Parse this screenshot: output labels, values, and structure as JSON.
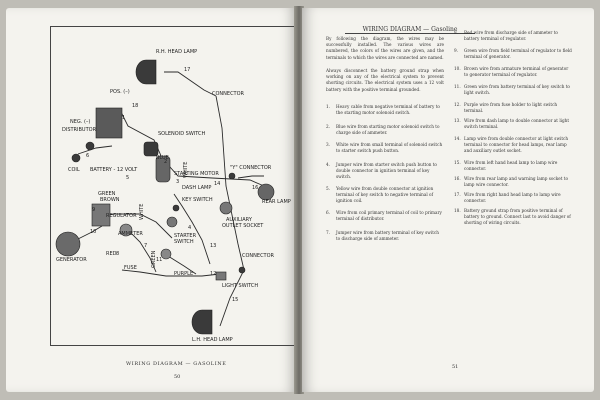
{
  "left_page": {
    "caption": "WIRING DIAGRAM — GASOLINE",
    "page_number": "50",
    "labels": {
      "rh_head_lamp": "R.H. HEAD LAMP",
      "connector_top": "CONNECTOR",
      "pos": "POS. (–)",
      "neg": "NEG. (–)",
      "distributor": "DISTRIBUTOR",
      "solenoid_switch": "SOLENOID SWITCH",
      "blue": "BLUE",
      "coil": "COIL",
      "battery": "BATTERY - 12 VOLT",
      "starting_motor": "STARTING MOTOR",
      "y_connector": "\"Y\" CONNECTOR",
      "dash_lamp": "DASH LAMP",
      "green": "GREEN",
      "brown": "BROWN",
      "key_switch": "KEY SWITCH",
      "white": "WHITE",
      "regulator": "REGULATOR",
      "ammeter": "AMMETER",
      "rear_lamp": "REAR LAMP",
      "auxiliary": "AUXILIARY",
      "outlet_socket": "OUTLET SOCKET",
      "generator": "GENERATOR",
      "red": "RED",
      "starter": "STARTER",
      "switch": "SWITCH",
      "fuse": "FUSE",
      "purple": "PURPLE",
      "connector_bottom": "CONNECTOR",
      "light_switch": "LIGHT SWITCH",
      "lh_head_lamp": "L.H. HEAD LAMP",
      "green_v": "GREEN",
      "white_v": "WHITE",
      "white_v2": "WHITE",
      "n1": "1",
      "n2": "2",
      "n3": "3",
      "n4": "4",
      "n5": "5",
      "n6": "6",
      "n7": "7",
      "n8": "8",
      "n9": "9",
      "n10": "10",
      "n11": "11",
      "n12": "12",
      "n13": "13",
      "n14": "14",
      "n15": "15",
      "n16": "16",
      "n17": "17",
      "n18": "18"
    }
  },
  "right_page": {
    "header": "WIRING DIAGRAM — Gasoline",
    "page_number": "51",
    "intro": [
      "By following the diagram, the wires may be successfully installed. The various wires are numbered, the colors of the wires are given, and the terminals to which the wires are connected are named.",
      "Always disconnect the battery ground strap when working on any of the electrical system to prevent shorting circuits. The electrical system uses a 12 volt battery with the positive terminal grounded."
    ],
    "items_left": [
      {
        "n": "1.",
        "t": "Heavy cable from negative terminal of battery to the starting motor solenoid switch."
      },
      {
        "n": "2.",
        "t": "Blue wire from starting motor solenoid switch to charge side of ammeter."
      },
      {
        "n": "3.",
        "t": "White wire from small terminal of solenoid switch to starter switch push button."
      },
      {
        "n": "4.",
        "t": "Jumper wire from starter switch push button to double connector in ignition terminal of key switch."
      },
      {
        "n": "5.",
        "t": "Yellow wire from double connector at ignition terminal of key switch to negative terminal of ignition coil."
      },
      {
        "n": "6.",
        "t": "Wire from coil primary terminal of coil to primary terminal of distributor."
      },
      {
        "n": "7.",
        "t": "Jumper wire from battery terminal of key switch to discharge side of ammeter."
      }
    ],
    "items_right": [
      {
        "n": "8.",
        "t": "Red wire from discharge side of ammeter to battery terminal of regulator."
      },
      {
        "n": "9.",
        "t": "Green wire from field terminal of regulator to field terminal of generator."
      },
      {
        "n": "10.",
        "t": "Brown wire from armature terminal of generator to generator terminal of regulator."
      },
      {
        "n": "11.",
        "t": "Green wire from battery terminal of key switch to light switch."
      },
      {
        "n": "12.",
        "t": "Purple wire from fuse holder to light switch terminal."
      },
      {
        "n": "13.",
        "t": "Wire from dash lamp to double connector at light switch terminal."
      },
      {
        "n": "14.",
        "t": "Lamp wire from double connector at light switch terminal to connector for head lamps, rear lamp and auxiliary outlet socket."
      },
      {
        "n": "15.",
        "t": "Wire from left hand head lamp to lamp wire connector."
      },
      {
        "n": "16.",
        "t": "Wire from rear lamp and warning lamp socket to lamp wire connector."
      },
      {
        "n": "17.",
        "t": "Wire from right hand head lamp to lamp wire connector."
      },
      {
        "n": "18.",
        "t": "Battery ground strap from positive terminal of battery to ground. Connect last to avoid danger of shorting of wiring circuits."
      }
    ]
  }
}
